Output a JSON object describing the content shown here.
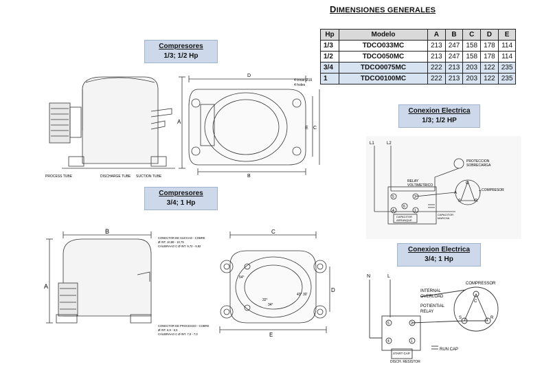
{
  "header": {
    "title_first": "D",
    "title_rest": "IMENSIONES GENERALES"
  },
  "table": {
    "headers": [
      "Hp",
      "Modelo",
      "A",
      "B",
      "C",
      "D",
      "E"
    ],
    "rows": [
      [
        "1/3",
        "TDCO033MC",
        "213",
        "247",
        "158",
        "178",
        "114"
      ],
      [
        "1/2",
        "TDCO050MC",
        "213",
        "247",
        "158",
        "178",
        "114"
      ],
      [
        "3/4",
        "TDCO0075MC",
        "222",
        "213",
        "203",
        "122",
        "235"
      ],
      [
        "1",
        "TDCO0100MC",
        "222",
        "213",
        "203",
        "122",
        "235"
      ]
    ]
  },
  "labels": {
    "comp_small_title": "Compresores",
    "comp_small_sub": "1/3; 1/2 Hp",
    "comp_large_title": "Compresores",
    "comp_large_sub": "3/4; 1 Hp",
    "conn_small_title": "Conexion Electrica",
    "conn_small_sub": "1/3; 1/2 HP",
    "conn_large_title": "Conexion Electrica",
    "conn_large_sub": "3/4; 1 Hp"
  },
  "drawing1": {
    "process_tube": "PROCESS TUBE",
    "discharge_tube": "DISCHARGE TUBE",
    "suction_tube": "SUCTION TUBE",
    "holes_note_1": "4 trous Ø19",
    "holes_note_2": "4 holes",
    "dim_a": "A",
    "dim_b": "B",
    "dim_c": "C",
    "dim_d": "D",
    "dim_e": "E"
  },
  "drawing2": {
    "suction_note_1": "CONECTOR DE SUCCAO - COBRE",
    "suction_note_2": "Ø INT. 10,89 - 10,75",
    "suction_note_3": "CALIBRAAO C Ø INT. 9,72 - 9,82",
    "process_note_1": "CONECTOR DE PROCESSO - COBRE",
    "process_note_2": "Ø INT. 6,9 - 6,5",
    "process_note_3": "CALIBRAAO C Ø INT. 7,0 - 7,0",
    "dim_a": "A",
    "dim_b": "B",
    "dim_c": "C",
    "dim_d": "D",
    "dim_e": "E",
    "angle_1": "54°",
    "angle_2": "43° 30'",
    "angle_3": "34°",
    "angle_4": "32°"
  },
  "wiring1": {
    "l1": "L1",
    "l2": "L2",
    "protection": "PROTECCION",
    "protection2": "SOBRECARGA",
    "relay": "RELAY",
    "relay2": "VOLTIMETRICO",
    "compressor": "COMPRESOR",
    "cap_start": "CAPACITOR",
    "cap_start2": "ARRANQUE",
    "cap_run": "CAPACITOR",
    "cap_run2": "MARCHA",
    "t5": "5",
    "t2": "2",
    "t6": "6",
    "t4": "4",
    "t1": "1",
    "c": "C",
    "s": "S",
    "r": "R",
    "a": "A",
    "tt": "T"
  },
  "wiring2": {
    "n": "N",
    "l": "L",
    "compressor": "COMPRESSOR",
    "internal_overload_1": "INTERNAL",
    "internal_overload_2": "OVERLOAD",
    "potential_relay_1": "POTIENTIAL",
    "potential_relay_2": "RELAY",
    "run_cap": "RUN CAP",
    "start_cap": "START CAP.",
    "disch_resistor": "DISCH. RESISTOR",
    "c": "C",
    "s": "S",
    "r": "R",
    "t5": "5",
    "t2": "2",
    "t4": "4",
    "t1": "1"
  }
}
